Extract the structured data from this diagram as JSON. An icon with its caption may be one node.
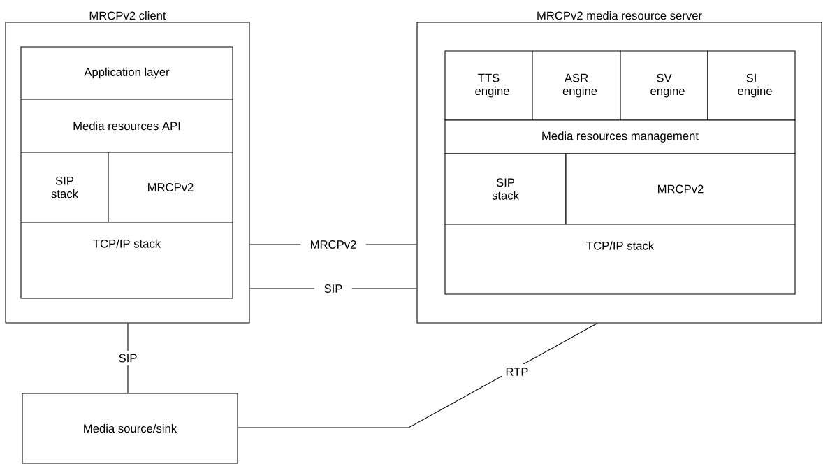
{
  "diagram": {
    "nodes": [
      {
        "text": [
          "MRCPv2 client"
        ]
      },
      {
        "text": [
          "Application layer"
        ],
        "in": 0
      },
      {
        "text": [
          "Media resources API"
        ],
        "in": 0
      },
      {
        "text": [
          "SIP stack"
        ],
        "in": 0
      },
      {
        "text": [
          "MRCPv2"
        ],
        "in": 0
      },
      {
        "text": [
          "TCP/IP stack"
        ],
        "in": 0
      },
      {
        "text": [
          "MRCPv2 media resource server"
        ]
      },
      {
        "text": [
          "TTS engine"
        ],
        "in": 6
      },
      {
        "text": [
          "ASR engine"
        ],
        "in": 6
      },
      {
        "text": [
          "SV engine"
        ],
        "in": 6
      },
      {
        "text": [
          "SI engine"
        ],
        "in": 6
      },
      {
        "text": [
          "Media resources management"
        ],
        "in": 6
      },
      {
        "text": [
          "SIP stack"
        ],
        "in": 6
      },
      {
        "text": [
          "MRCPv2"
        ],
        "in": 6
      },
      {
        "text": [
          "TCP/IP stack"
        ],
        "in": 6
      },
      {
        "text": [
          "Media source/sink"
        ]
      }
    ],
    "edges": [
      {
        "from": 0,
        "to": 6,
        "arrow": "none",
        "label": "MRCPv2"
      },
      {
        "from": 0,
        "to": 6,
        "arrow": "none",
        "label": "SIP"
      },
      {
        "from": 0,
        "to": 15,
        "arrow": "none",
        "label": "SIP"
      },
      {
        "from": 15,
        "to": 6,
        "arrow": "none",
        "label": "RTP"
      }
    ]
  }
}
